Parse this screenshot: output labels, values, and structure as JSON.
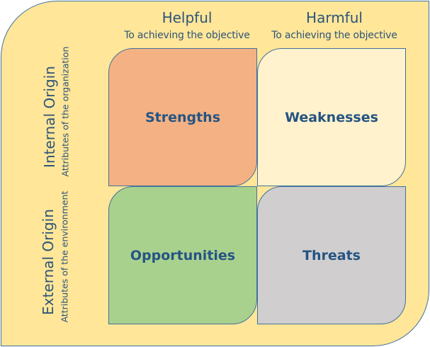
{
  "columns": [
    {
      "title": "Helpful",
      "subtitle": "To achieving the objective"
    },
    {
      "title": "Harmful",
      "subtitle": "To achieving the objective"
    }
  ],
  "rows": [
    {
      "title": "Internal Origin",
      "subtitle": "Attributes of the organization"
    },
    {
      "title": "External Origin",
      "subtitle": "Attributes of the environment"
    }
  ],
  "quadrants": [
    {
      "label": "Strengths",
      "color": "#F4B183"
    },
    {
      "label": "Weaknesses",
      "color": "#FFF2CC"
    },
    {
      "label": "Opportunities",
      "color": "#A9D18E"
    },
    {
      "label": "Threats",
      "color": "#D0CECE"
    }
  ],
  "colors": {
    "background": "#FFE699",
    "border": "#41719C",
    "text": "#2E5478"
  }
}
